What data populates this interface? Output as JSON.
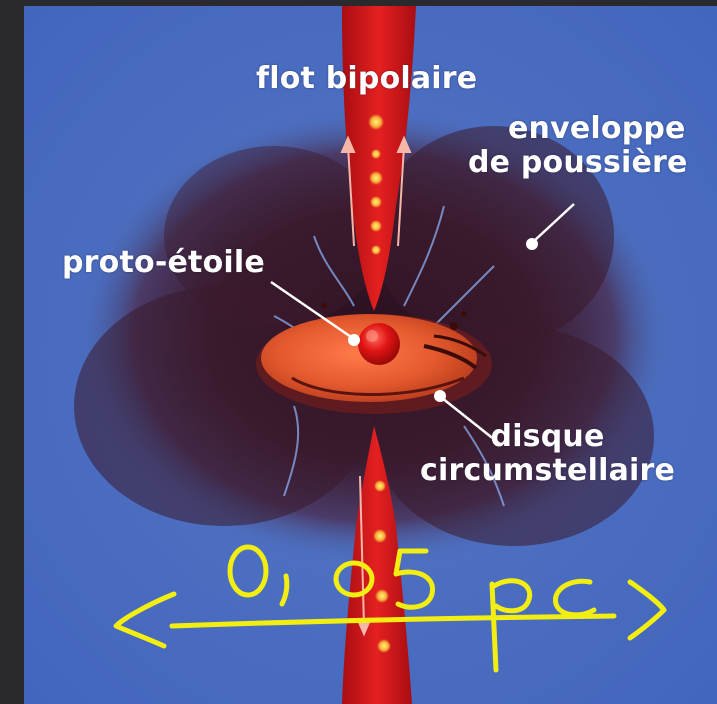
{
  "labels": {
    "bipolar_flow": "flot bipolaire",
    "dust_envelope": [
      "enveloppe",
      "de poussière"
    ],
    "protostar": "proto-étoile",
    "circumstellar_disk": [
      "disque",
      "circumstellaire"
    ]
  },
  "annotation": {
    "scale_text": "0,05 pc",
    "color": "#f2ee12"
  },
  "colors": {
    "background": "#4a6fc0",
    "envelope": "#3a1a2a",
    "jet": "#d81818",
    "disk": "#e0502a",
    "star": "#e21010",
    "label": "#ffffff"
  }
}
